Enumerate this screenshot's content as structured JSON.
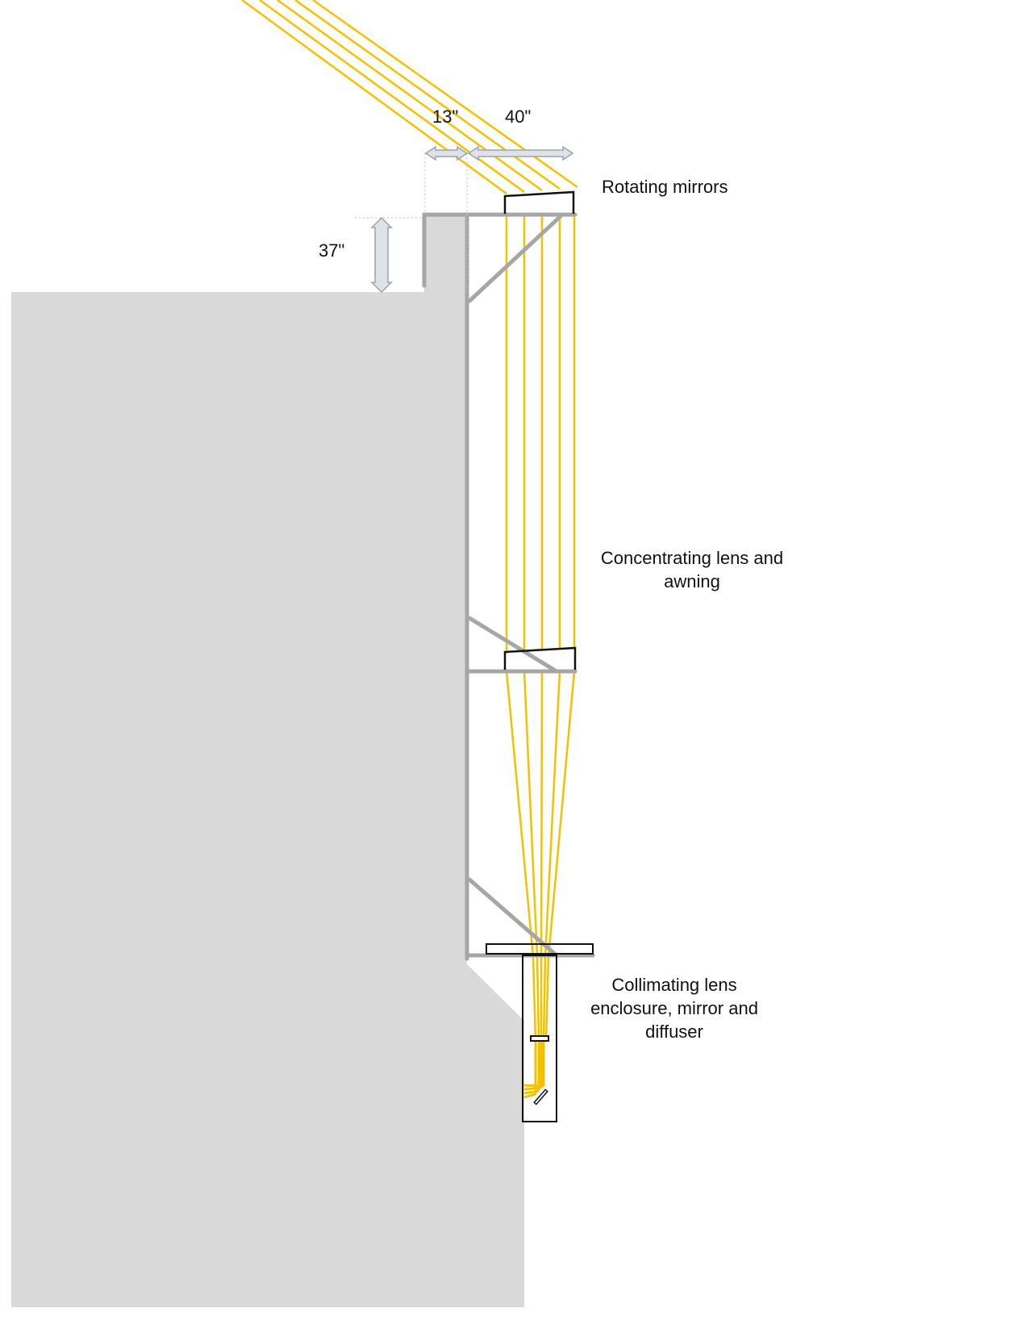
{
  "labels": {
    "rotating_mirrors": "Rotating mirrors",
    "concentrating_line1": "Concentrating lens and",
    "concentrating_line2": "awning",
    "collimating_line1": "Collimating lens",
    "collimating_line2": "enclosure, mirror and",
    "collimating_line3": "diffuser"
  },
  "dimensions": {
    "overhang": "13\"",
    "mirror_span": "40\"",
    "parapet_height": "37\""
  },
  "colors": {
    "building": "#d9d9d9",
    "structure": "#a6a6a6",
    "light_ray": "#f2c200",
    "outline": "#111111",
    "dimension_arrow": "#dfe3e8"
  }
}
